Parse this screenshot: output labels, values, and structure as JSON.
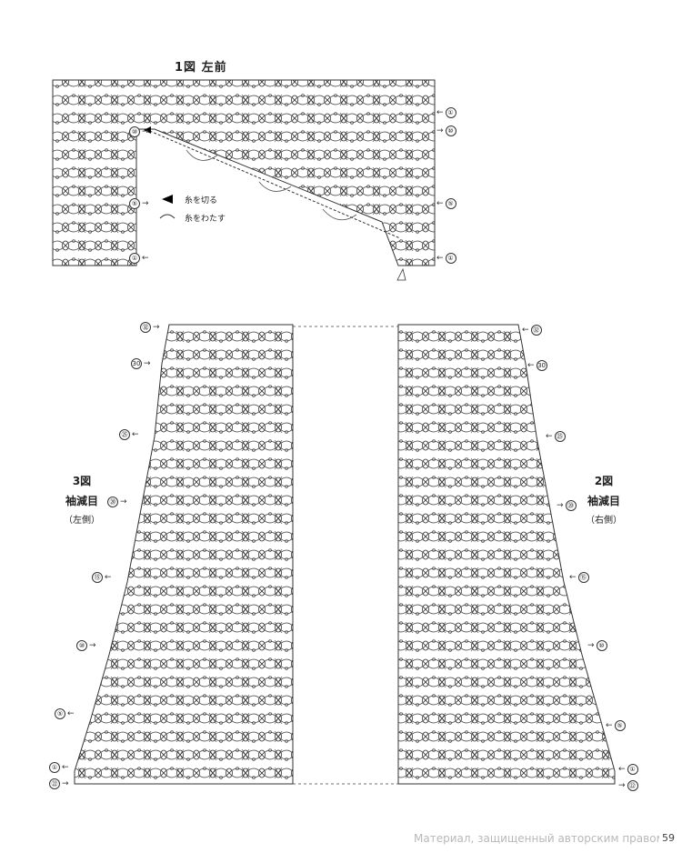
{
  "figure1": {
    "title": "1図  左前",
    "legend": [
      {
        "symbol": "black-triangle",
        "label": "糸を切る"
      },
      {
        "symbol": "curve",
        "label": "糸をわたす"
      }
    ],
    "row_marks": {
      "left": [
        "⑩",
        "⑤",
        "①"
      ],
      "right": [
        "①",
        "⑩",
        "⑤",
        "①"
      ]
    }
  },
  "figure3": {
    "label": "3図",
    "sub": "袖減目",
    "side": "（左側）",
    "row_marks": [
      "㉜",
      "30",
      "㉕",
      "⑳",
      "⑮",
      "⑩",
      "⑤",
      "①",
      "㉒"
    ]
  },
  "figure2": {
    "label": "2図",
    "sub": "袖減目",
    "side": "（右側）",
    "row_marks": [
      "㉜",
      "30",
      "㉕",
      "⑳",
      "⑮",
      "⑩",
      "⑤",
      "①",
      "㉒"
    ]
  },
  "footer": {
    "watermark": "Материал, защищенный авторским правом",
    "page_number": "59"
  }
}
